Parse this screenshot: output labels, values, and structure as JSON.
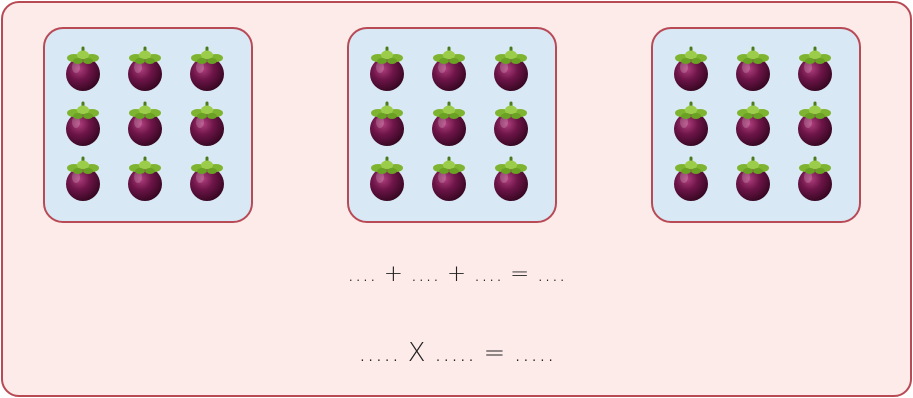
{
  "colors": {
    "background": "#fdebea",
    "border": "#b84a55",
    "box_fill": "#d8e8f5",
    "fruit_body": "#5e1040",
    "fruit_leaf": "#7fb431"
  },
  "groups": [
    {
      "count": 9,
      "icon": "mangosteen-icon"
    },
    {
      "count": 9,
      "icon": "mangosteen-icon"
    },
    {
      "count": 9,
      "icon": "mangosteen-icon"
    }
  ],
  "addition_equation": ".... + .... + .... = ....",
  "multiplication_equation": "..... X ..... = ....."
}
